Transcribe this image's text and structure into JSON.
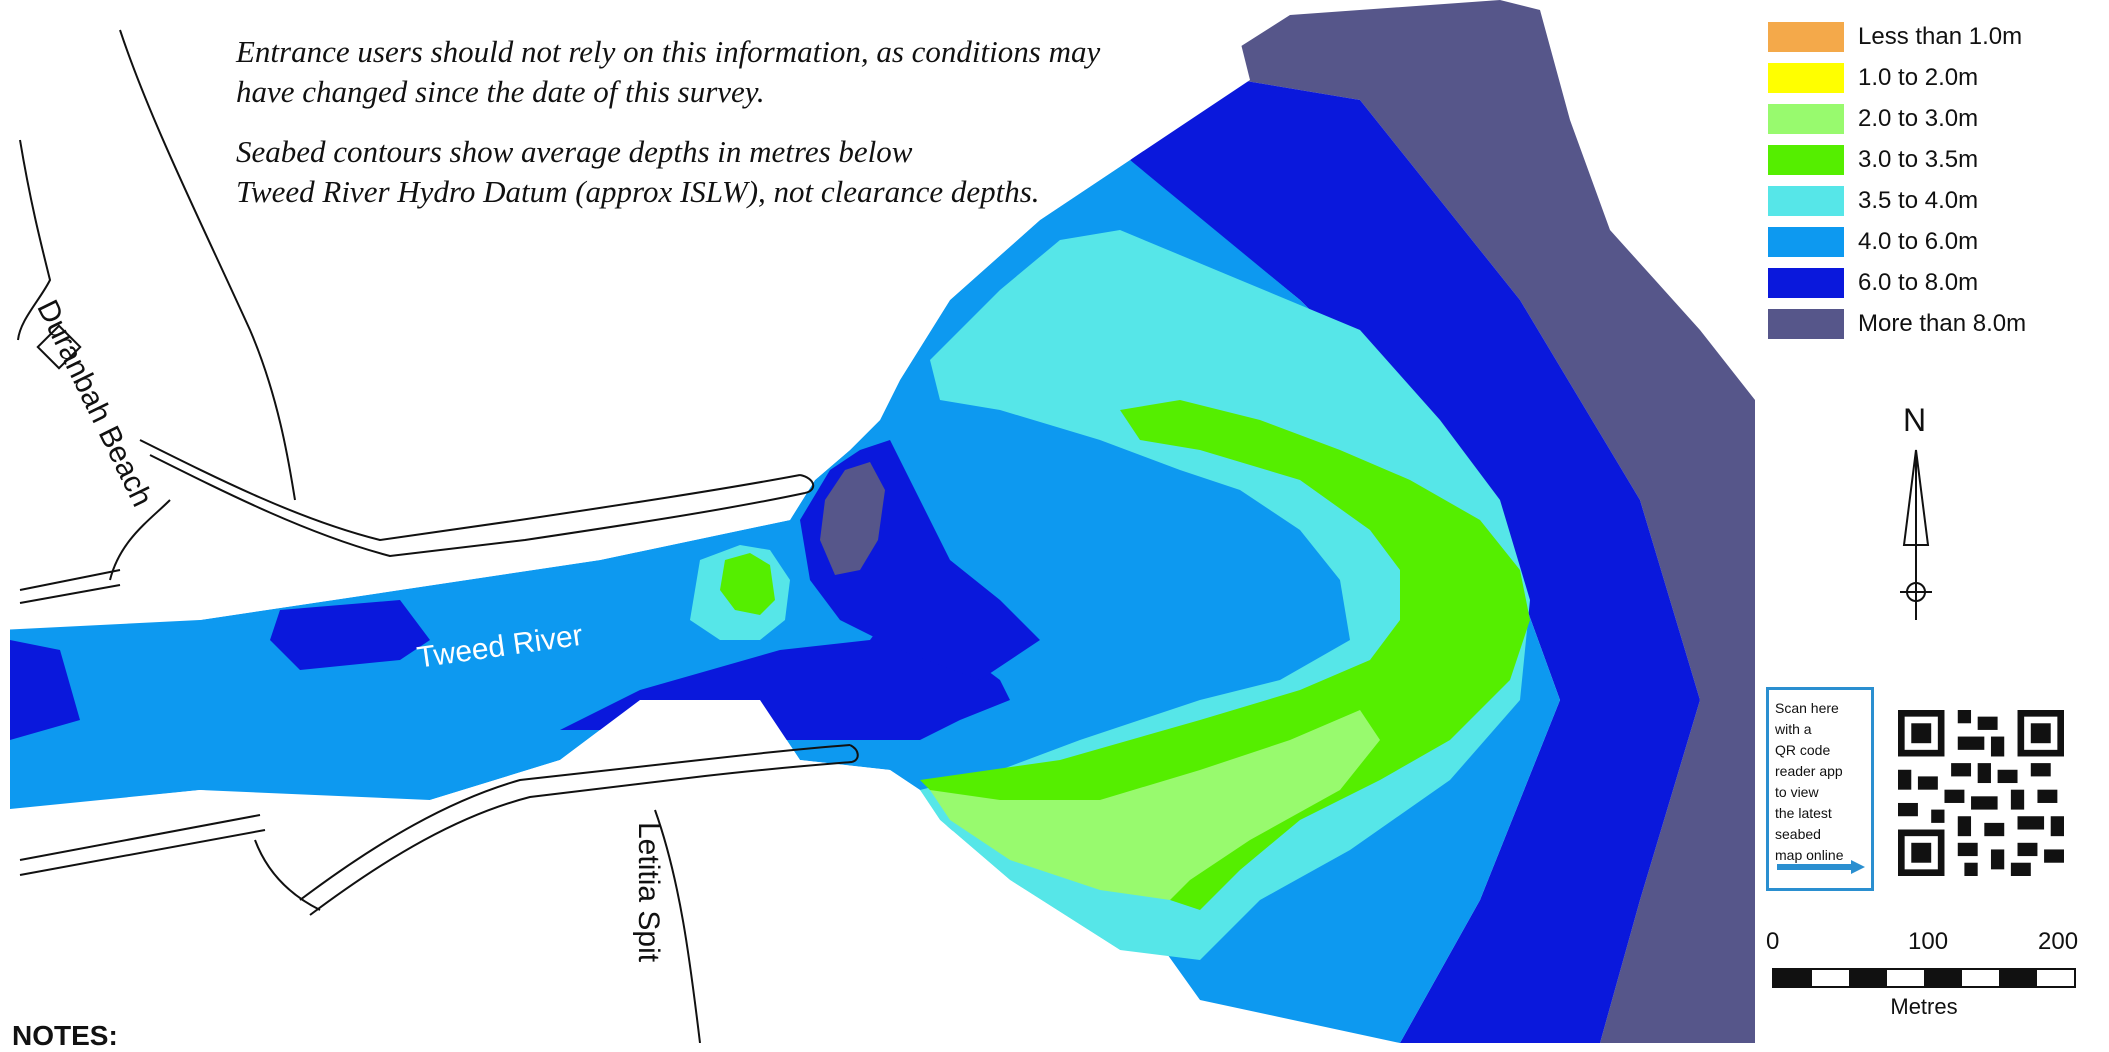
{
  "notes": {
    "line1": "Entrance users should not rely on this information, as conditions may",
    "line2": "have changed since the date of this survey.",
    "line3": "Seabed contours show average depths in metres below",
    "line4": "Tweed River Hydro Datum (approx ISLW), not clearance depths.",
    "heading": "NOTES:"
  },
  "places": {
    "beach_north": "Duranbah Beach",
    "river": "Tweed River",
    "spit": "Letitia Spit"
  },
  "legend": [
    {
      "label": "Less than 1.0m",
      "color": "#f4a94a"
    },
    {
      "label": "1.0 to 2.0m",
      "color": "#ffff00"
    },
    {
      "label": "2.0 to 3.0m",
      "color": "#98fa6e"
    },
    {
      "label": "3.0 to 3.5m",
      "color": "#55ee00"
    },
    {
      "label": "3.5 to 4.0m",
      "color": "#56e6e8"
    },
    {
      "label": "4.0 to 6.0m",
      "color": "#0d99f0"
    },
    {
      "label": "6.0 to 8.0m",
      "color": "#0a18dc"
    },
    {
      "label": "More than 8.0m",
      "color": "#56568a"
    }
  ],
  "north_label": "N",
  "qr": {
    "text": [
      "Scan here",
      "with a",
      "QR code",
      "reader app",
      "to view",
      "the latest",
      "seabed",
      "map online"
    ]
  },
  "scale": {
    "ticks": [
      "0",
      "100",
      "200"
    ],
    "units": "Metres"
  }
}
